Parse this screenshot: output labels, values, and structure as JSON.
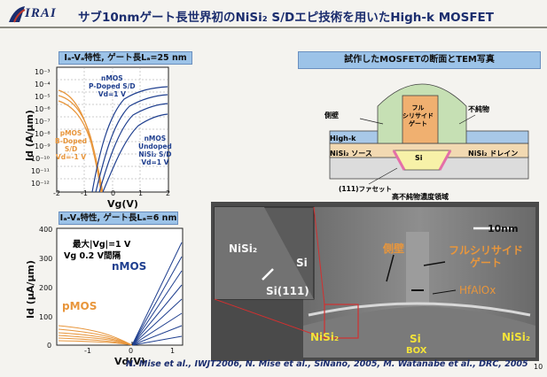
{
  "header": {
    "logo_text": "IRAI",
    "title": "サブ10nmゲート長世界初のNiSi₂ S/Dエピ技術を用いたHigh-k MOSFET"
  },
  "idvg_panel": {
    "title": "Iₐ-Vₐ特性, ゲート長Lₐ=25 nm",
    "y_axis_label": "Id (A/μm)",
    "x_axis_label": "Vg(V)",
    "y_ticks": [
      "10⁻³",
      "10⁻⁴",
      "10⁻⁵",
      "10⁻⁶",
      "10⁻⁷",
      "10⁻⁸",
      "10⁻⁹",
      "10⁻¹⁰",
      "10⁻¹¹",
      "10⁻¹²"
    ],
    "x_ticks": [
      "-2",
      "-1",
      "0",
      "1",
      "2"
    ],
    "annot_nmos_doped": [
      "nMOS",
      "P-Doped S/D",
      "Vd=1 V"
    ],
    "annot_pmos": [
      "pMOS",
      "B-Doped",
      "S/D",
      "Vd=-1 V"
    ],
    "annot_nmos_undoped": [
      "nMOS",
      "Undoped",
      "NiSi₂ S/D",
      "Vd=1 V"
    ]
  },
  "idvd_panel": {
    "title": "Iₐ-Vₐ特性, ゲート長Lₐ=6 nm",
    "y_axis_label": "Id (μA/μm)",
    "x_axis_label": "Vd(V)",
    "y_ticks": [
      "400",
      "300",
      "200",
      "100",
      "0"
    ],
    "x_ticks": [
      "-1",
      "0",
      "1"
    ],
    "annot_line1": "最大|Vg|=1 V",
    "annot_line2": "Vg  0.2 V間隔",
    "nmos_label": "nMOS",
    "pmos_label": "pMOS"
  },
  "schematic": {
    "title": "試作したMOSFETの断面とTEM写真",
    "label_sidewall": "側壁",
    "label_gate": "フル\nシリサイド\nゲート",
    "label_impurity": "不純物",
    "label_highk": "High-k",
    "label_source": "NiSi₂ ソース",
    "label_si": "Si",
    "label_drain": "NiSi₂ ドレイン",
    "label_facet": "(111)ファセット",
    "label_high_impurity": "高不純物濃度領域"
  },
  "tem": {
    "scale_bar": "10nm",
    "inset_nisi2": "NiSi₂",
    "inset_si": "Si",
    "inset_si111": "Si(111)",
    "label_sidewall": "側壁",
    "label_gate": "フルシリサイド\nゲート",
    "label_hfaiox": "HfAlOx",
    "label_si": "Si",
    "label_box": "BOX",
    "label_nisi2_left": "NiSi₂",
    "label_nisi2_right": "NiSi₂"
  },
  "footer": {
    "citations": "N. Mise et al., IWJT2006,   N. Mise et al., SiNano, 2005,   M. Watanabe et al., DRC, 2005",
    "page_number": "10"
  },
  "colors": {
    "nmos": "#1f3f8f",
    "pmos": "#e8963c",
    "title_bar": "#9cc3e8"
  }
}
